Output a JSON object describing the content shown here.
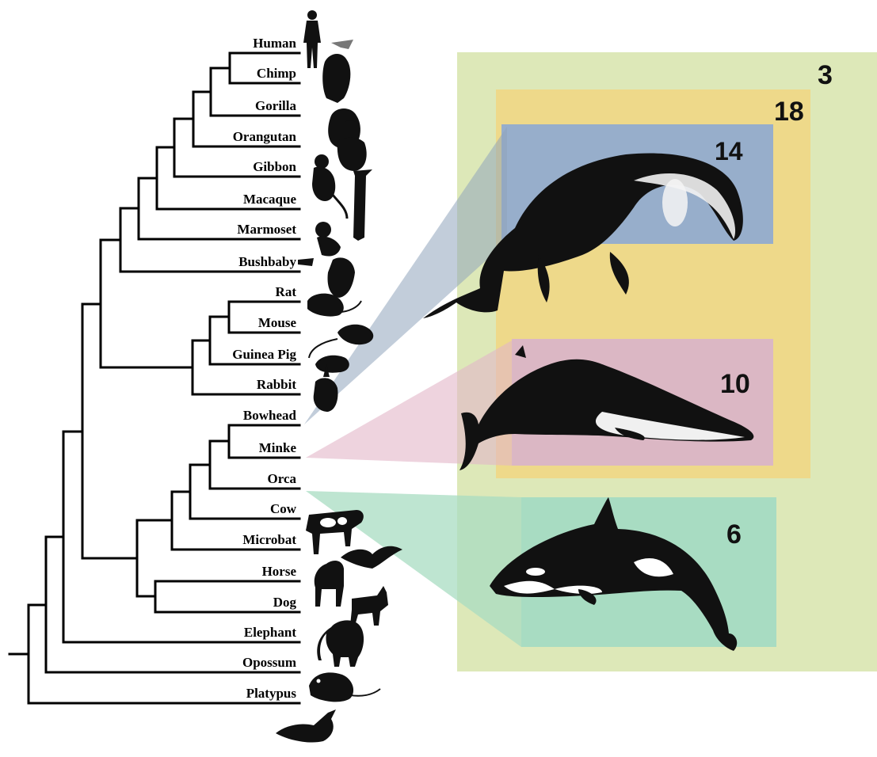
{
  "taxa": [
    "Human",
    "Chimp",
    "Gorilla",
    "Orangutan",
    "Gibbon",
    "Macaque",
    "Marmoset",
    "Bushbaby",
    "Rat",
    "Mouse",
    "Guinea Pig",
    "Rabbit",
    "Bowhead",
    "Minke",
    "Orca",
    "Cow",
    "Microbat",
    "Horse",
    "Dog",
    "Elephant",
    "Opossum",
    "Platypus"
  ],
  "panels": [
    {
      "label": "3",
      "color": "#dde8b8"
    },
    {
      "label": "18",
      "color": "#eed98a"
    },
    {
      "label": "14",
      "color": "#97aecb"
    },
    {
      "label": "10",
      "color": "#dbb7c4"
    },
    {
      "label": "6",
      "color": "#a8dcc2"
    }
  ],
  "silhouettes": [
    "human-icon",
    "chimp-icon",
    "gorilla-icon",
    "orangutan-icon",
    "gibbon-icon",
    "macaque-icon",
    "marmoset-icon",
    "bushbaby-icon",
    "rat-icon",
    "mouse-icon",
    "guinea-pig-icon",
    "rabbit-icon",
    "cow-icon",
    "microbat-icon",
    "horse-icon",
    "dog-icon",
    "elephant-icon",
    "opossum-icon",
    "platypus-icon",
    "bowhead-whale-icon",
    "minke-whale-icon",
    "orca-icon"
  ]
}
